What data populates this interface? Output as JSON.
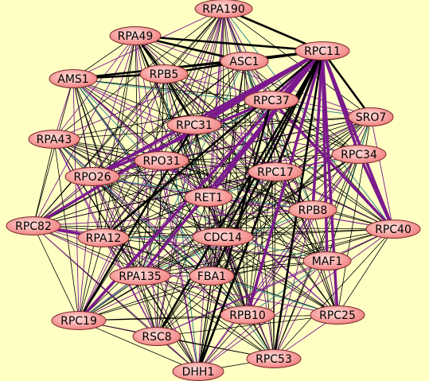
{
  "colors": {
    "background": "#ffffc4",
    "node_fill_center": "#ffe0dc",
    "node_fill_edge": "#f07a7a",
    "edge_black": "#000000",
    "edge_purple": "#7b1a8c",
    "edge_teal": "#2f8a8a"
  },
  "nodes": [
    {
      "id": "RPA190",
      "label": "RPA190"
    },
    {
      "id": "RPA49",
      "label": "RPA49"
    },
    {
      "id": "RPC11",
      "label": "RPC11"
    },
    {
      "id": "ASC1",
      "label": "ASC1"
    },
    {
      "id": "AMS1",
      "label": "AMS1"
    },
    {
      "id": "RPB5",
      "label": "RPB5"
    },
    {
      "id": "RPC37",
      "label": "RPC37"
    },
    {
      "id": "SRO7",
      "label": "SRO7"
    },
    {
      "id": "RPC31",
      "label": "RPC31"
    },
    {
      "id": "RPA43",
      "label": "RPA43"
    },
    {
      "id": "RPC34",
      "label": "RPC34"
    },
    {
      "id": "RPO31",
      "label": "RPO31"
    },
    {
      "id": "RPO26",
      "label": "RPO26"
    },
    {
      "id": "RPC17",
      "label": "RPC17"
    },
    {
      "id": "RET1",
      "label": "RET1"
    },
    {
      "id": "RPB8",
      "label": "RPB8"
    },
    {
      "id": "RPC82",
      "label": "RPC82"
    },
    {
      "id": "RPC40",
      "label": "RPC40"
    },
    {
      "id": "RPA12",
      "label": "RPA12"
    },
    {
      "id": "CDC14",
      "label": "CDC14"
    },
    {
      "id": "MAF1",
      "label": "MAF1"
    },
    {
      "id": "RPA135",
      "label": "RPA135"
    },
    {
      "id": "FBA1",
      "label": "FBA1"
    },
    {
      "id": "RPC19",
      "label": "RPC19"
    },
    {
      "id": "RPB10",
      "label": "RPB10"
    },
    {
      "id": "RPC25",
      "label": "RPC25"
    },
    {
      "id": "RSC8",
      "label": "RSC8"
    },
    {
      "id": "RPC53",
      "label": "RPC53"
    },
    {
      "id": "DHH1",
      "label": "DHH1"
    }
  ]
}
